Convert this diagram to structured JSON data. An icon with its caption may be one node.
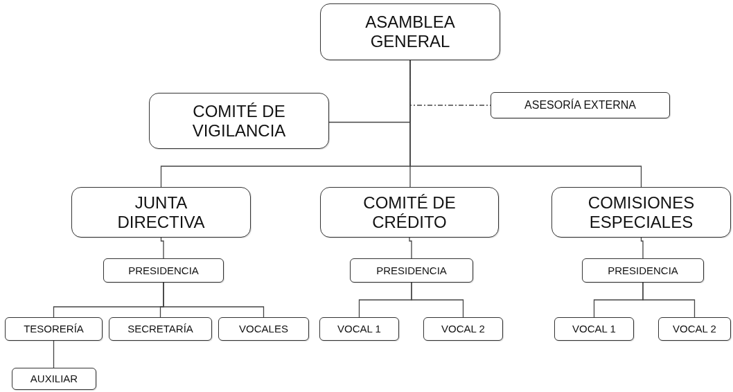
{
  "diagram": {
    "nodes": [
      {
        "text": [
          "ASAMBLEA GENERAL"
        ]
      },
      {
        "text": [
          "COMITÉ DE VIGILANCIA"
        ]
      },
      {
        "text": [
          "ASESORÍA EXTERNA"
        ]
      },
      {
        "text": [
          "JUNTA DIRECTIVA"
        ]
      },
      {
        "text": [
          "COMITÉ DE CRÉDITO"
        ]
      },
      {
        "text": [
          "COMISIONES ESPECIALES"
        ]
      },
      {
        "text": [
          "PRESIDENCIA"
        ]
      },
      {
        "text": [
          "PRESIDENCIA"
        ]
      },
      {
        "text": [
          "PRESIDENCIA"
        ]
      },
      {
        "text": [
          "TESORERÍA"
        ]
      },
      {
        "text": [
          "SECRETARÍA"
        ]
      },
      {
        "text": [
          "VOCALES"
        ]
      },
      {
        "text": [
          "VOCAL 1"
        ]
      },
      {
        "text": [
          "VOCAL 2"
        ]
      },
      {
        "text": [
          "VOCAL 1"
        ]
      },
      {
        "text": [
          "VOCAL 2"
        ]
      },
      {
        "text": [
          "AUXILIAR"
        ]
      }
    ],
    "edges": [
      {
        "from": 0,
        "to": 1,
        "arrow": "none"
      },
      {
        "from": 0,
        "to": 2,
        "arrow": "none",
        "style": "dashed"
      },
      {
        "from": 0,
        "to": 3,
        "arrow": "none"
      },
      {
        "from": 0,
        "to": 4,
        "arrow": "none"
      },
      {
        "from": 0,
        "to": 5,
        "arrow": "none"
      },
      {
        "from": 3,
        "to": 6,
        "arrow": "none"
      },
      {
        "from": 4,
        "to": 7,
        "arrow": "none"
      },
      {
        "from": 5,
        "to": 8,
        "arrow": "none"
      },
      {
        "from": 6,
        "to": 9,
        "arrow": "none"
      },
      {
        "from": 6,
        "to": 10,
        "arrow": "none"
      },
      {
        "from": 6,
        "to": 11,
        "arrow": "none"
      },
      {
        "from": 7,
        "to": 12,
        "arrow": "none"
      },
      {
        "from": 7,
        "to": 13,
        "arrow": "none"
      },
      {
        "from": 8,
        "to": 14,
        "arrow": "none"
      },
      {
        "from": 8,
        "to": 15,
        "arrow": "none"
      },
      {
        "from": 9,
        "to": 16,
        "arrow": "none"
      }
    ]
  }
}
